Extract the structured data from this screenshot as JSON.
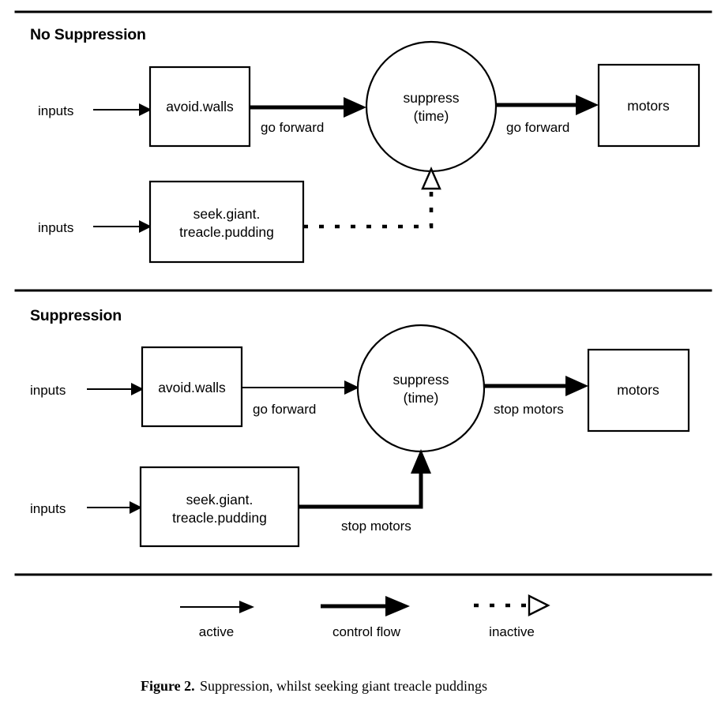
{
  "figure": {
    "caption_prefix": "Figure 2.",
    "caption_text": "Suppression, whilst seeking giant treacle puddings"
  },
  "panels": [
    {
      "heading": "No Suppression",
      "nodes": {
        "input_top": "inputs",
        "input_bottom": "inputs",
        "behavior_top": "avoid.walls",
        "behavior_bottom_line1": "seek.giant.",
        "behavior_bottom_line2": "treacle.pudding",
        "suppressor_line1": "suppress",
        "suppressor_line2": "(time)",
        "actuator": "motors"
      },
      "edges": {
        "top_out": "go forward",
        "suppressor_out": "go forward",
        "bottom_out": ""
      },
      "edge_styles": {
        "top_out": "control-flow",
        "suppressor_out": "control-flow",
        "bottom_out": "inactive"
      }
    },
    {
      "heading": "Suppression",
      "nodes": {
        "input_top": "inputs",
        "input_bottom": "inputs",
        "behavior_top": "avoid.walls",
        "behavior_bottom_line1": "seek.giant.",
        "behavior_bottom_line2": "treacle.pudding",
        "suppressor_line1": "suppress",
        "suppressor_line2": "(time)",
        "actuator": "motors"
      },
      "edges": {
        "top_out": "go forward",
        "suppressor_out": "stop motors",
        "bottom_out": "stop motors"
      },
      "edge_styles": {
        "top_out": "active",
        "suppressor_out": "control-flow",
        "bottom_out": "control-flow"
      }
    }
  ],
  "legend": {
    "items": [
      {
        "label": "active",
        "style": "thin-solid-filled-head"
      },
      {
        "label": "control flow",
        "style": "thick-solid-filled-head"
      },
      {
        "label": "inactive",
        "style": "dotted-hollow-head"
      }
    ]
  },
  "colors": {
    "stroke": "#000000",
    "background": "#ffffff"
  }
}
